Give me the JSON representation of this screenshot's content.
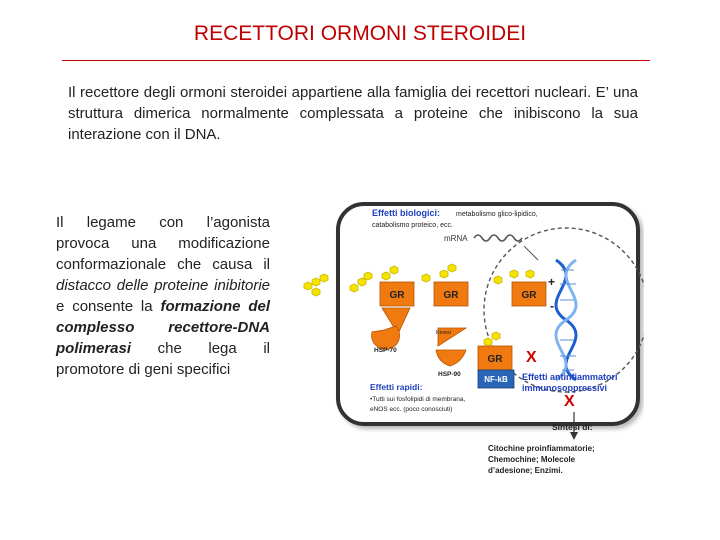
{
  "title": "RECETTORI ORMONI STEROIDEI",
  "intro": "Il recettore degli ormoni steroidei appartiene alla famiglia dei recettori nucleari. E’ una struttura dimerica normalmente complessata a proteine che inibiscono la sua interazione con il DNA.",
  "left_text": {
    "p1": "Il legame con l’agonista provoca una modificazione conformazionale che causa il ",
    "p2": "distacco delle proteine inibitorie",
    "p3": " e consente la ",
    "p4": "formazione del complesso recettore-DNA polimerasi",
    "p5": " che lega il promotore di geni specifici"
  },
  "figure": {
    "effetti_biologici": "Effetti biologici:",
    "eb_line1": " metabolismo glico-lipidico,",
    "eb_line2": "catabolismo proteico, ecc.",
    "mrna": "mRNA",
    "gr": "GR",
    "plus": "+",
    "minus": "-",
    "hsp70": "HSP-70",
    "kinesi": "Kinesi",
    "hsp90": "HSP-90",
    "nfkb": "NF-kB",
    "x_mark": "X",
    "effetti_rapidi": "Effetti rapidi:",
    "er_line1": "•Tutti sui fosfolipidi di membrana,",
    "er_line2": "eNOS ecc. (poco conosciuti)",
    "antinf_line1": "Effetti antinfiammatori",
    "antinf_line2": "immunosoppressivi",
    "sintesi": "Sintesi di:",
    "citochine": "Citochine proinfiammatorie;",
    "chemochine": "Chemochine; Molecole",
    "adesione": "d’adesione; Enzimi."
  },
  "colors": {
    "title_red": "#c00000",
    "receptor_orange": "#f07a10",
    "hormone_yellow": "#f5e400",
    "label_blue": "#1f3fbf",
    "x_red": "#d00000",
    "nfkb_blue": "#2a66b8"
  }
}
